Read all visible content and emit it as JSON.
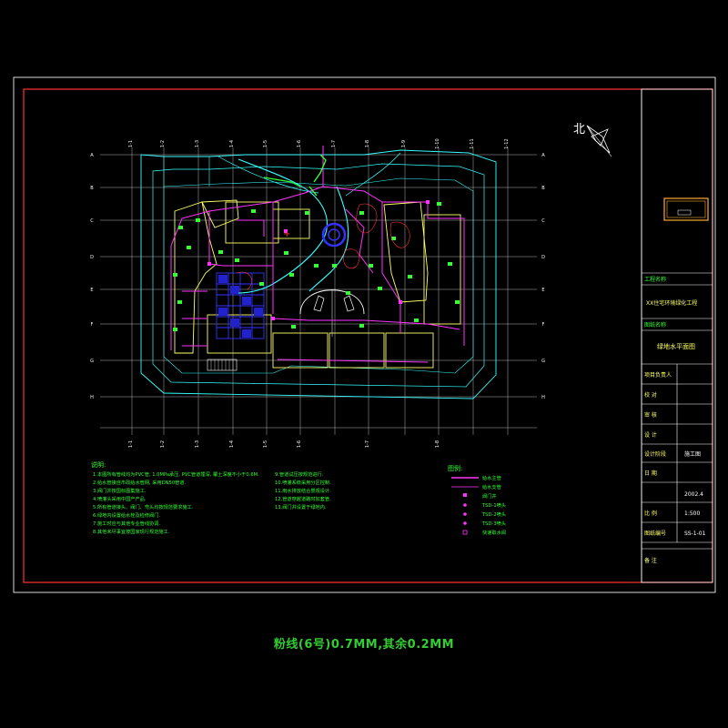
{
  "north_label": "北",
  "project": {
    "header_label": "工程名称",
    "name": "XX住宅环境绿化工程",
    "drawing_header_label": "图纸名称",
    "drawing_name": "绿地水平面图"
  },
  "titleblock": {
    "rows": [
      {
        "label": "项目负责人",
        "value": ""
      },
      {
        "label": "校 对",
        "value": ""
      },
      {
        "label": "审 核",
        "value": ""
      },
      {
        "label": "设 计",
        "value": ""
      }
    ],
    "design_label": "设计阶段",
    "design_value": "施工图",
    "date_label": "日 期",
    "date_value": "2002.4",
    "scale_label": "比 例",
    "scale_value": "1:500",
    "drawing_no_label": "图纸编号",
    "drawing_no_value": "SS-1-01",
    "remarks_label": "备 注"
  },
  "notes": {
    "title": "说明:",
    "left": [
      "1.本图所有管线均为PVC管, 1.0MPa承压, PVC管道埋深, 覆土深度不小于0.6M.",
      "2.给水管接自市政给水管网, 采用DN50管道.",
      "3.阀门井按国标图集施工.",
      "4.喷灌头采用中国产产品.",
      "5.所有管道接头、阀门、弯头均按规范要求施工.",
      "6.绿地内设置给水栓及检修阀门.",
      "7.施工时应与其他专业管线协调.",
      "8.其他未尽事宜按国家现行规范施工."
    ],
    "right": [
      "9.管道试压按规范进行.",
      "10.喷灌系统采用分区控制.",
      "11.雨水排放结合景观设计.",
      "12.管道穿越道路时加套管.",
      "13.阀门井设置于绿地内."
    ]
  },
  "legend": {
    "title": "图例:",
    "items": [
      {
        "label": "给水主管",
        "color": "#ff33ff"
      },
      {
        "label": "给水支管",
        "color": "#ff33ff"
      },
      {
        "label": "阀门井",
        "color": "#ff33ff"
      },
      {
        "label": "TSD-1喷头",
        "color": "#ff33ff"
      },
      {
        "label": "TSD-2喷头",
        "color": "#ff33ff"
      },
      {
        "label": "TSD-3喷头",
        "color": "#ff33ff"
      },
      {
        "label": "快速取水阀",
        "color": "#ff33ff"
      }
    ]
  },
  "caption": "粉线(6号)0.7MM,其余0.2MM",
  "grid_labels": {
    "top": [
      "1-1",
      "1-2",
      "1-3",
      "1-4",
      "1-5",
      "1-6",
      "1-7",
      "1-8",
      "1-9",
      "1-10",
      "1-11",
      "1-12"
    ],
    "left": [
      "A",
      "B",
      "C",
      "D",
      "E",
      "F",
      "G",
      "H"
    ],
    "right": [
      "A",
      "B",
      "C",
      "D",
      "E",
      "F",
      "G",
      "H"
    ],
    "bottom": [
      "1-1",
      "1-2",
      "1-3",
      "1-4",
      "1-5",
      "1-6",
      "1-7",
      "1-8"
    ]
  },
  "colors": {
    "frame": "#ff3333",
    "grid": "#e8e8e8",
    "building": "#ffff66",
    "road": "#33ffff",
    "pipe": "#ff33ff",
    "green": "#33ff33",
    "blue": "#3333ff",
    "titleblock": "#ffffff",
    "note_text": "#33ff33",
    "stamp": "#ffaa33"
  }
}
